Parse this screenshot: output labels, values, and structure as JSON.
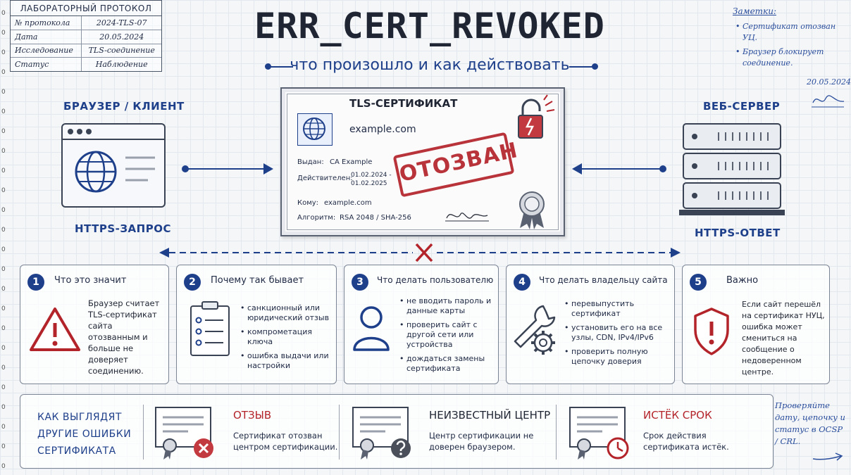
{
  "margin_numbers": [
    "0",
    "0",
    "0",
    "0",
    "0",
    "0",
    "0",
    "0",
    "0",
    "0",
    "0",
    "0",
    "0",
    "0",
    "0",
    "0",
    "0",
    "0",
    "0",
    "0",
    "0",
    "0",
    "0",
    "0"
  ],
  "protocol": {
    "title": "ЛАБОРАТОРНЫЙ ПРОТОКОЛ",
    "rows": [
      {
        "label": "№ протокола",
        "value": "2024-TLS-07"
      },
      {
        "label": "Дата",
        "value": "20.05.2024"
      },
      {
        "label": "Исследование",
        "value": "TLS-соединение"
      },
      {
        "label": "Статус",
        "value": "Наблюдение"
      }
    ]
  },
  "title": "ERR_CERT_REVOKED",
  "subtitle": "что произошло и как действовать",
  "notes": {
    "title": "Заметки:",
    "items": [
      "Сертификат отозван УЦ.",
      "Браузер блокирует соединение."
    ],
    "date": "20.05.2024"
  },
  "client": {
    "label": "БРАУЗЕР / КЛИЕНТ",
    "caption": "HTTPS-ЗАПРОС"
  },
  "server": {
    "label": "ВЕБ-СЕРВЕР",
    "caption": "HTTPS-ОТВЕТ"
  },
  "certificate": {
    "title": "TLS-СЕРТИФИКАТ",
    "domain": "example.com",
    "issued_label": "Выдан:",
    "issued_value": "CA Example",
    "valid_label": "Действителен:",
    "valid_from": "01.02.2024 -",
    "valid_to": "01.02.2025",
    "to_label": "Кому:",
    "to_value": "example.com",
    "algo_label": "Алгоритм:",
    "algo_value": "RSA 2048 / SHA-256",
    "stamp": "ОТОЗВАН"
  },
  "boxes": [
    {
      "num": "1",
      "title": "Что это значит",
      "text": "Браузер считает TLS-сертификат сайта отозванным и больше не доверяет соединению."
    },
    {
      "num": "2",
      "title": "Почему так бывает",
      "items": [
        "санкционный или юридический отзыв",
        "компрометация ключа",
        "ошибка выдачи или настройки"
      ]
    },
    {
      "num": "3",
      "title": "Что делать пользователю",
      "items": [
        "не вводить пароль и данные карты",
        "проверить сайт с другой сети или устройства",
        "дождаться замены сертификата"
      ]
    },
    {
      "num": "4",
      "title": "Что делать владельцу сайта",
      "items": [
        "перевыпустить сертификат",
        "установить его на все узлы, CDN, IPv4/IPv6",
        "проверить полную цепочку доверия"
      ]
    },
    {
      "num": "5",
      "title": "Важно",
      "text": "Если сайт перешёл на сертификат НУЦ, ошибка может смениться на сообщение о недоверенном центре."
    }
  ],
  "bottom": {
    "heading": [
      "КАК ВЫГЛЯДЯТ",
      "ДРУГИЕ ОШИБКИ",
      "СЕРТИФИКАТА"
    ],
    "items": [
      {
        "title": "ОТЗЫВ",
        "text": "Сертификат отозван центром сертификации."
      },
      {
        "title": "НЕИЗВЕСТНЫЙ ЦЕНТР",
        "text": "Центр сертификации не доверен браузером."
      },
      {
        "title": "ИСТЁК СРОК",
        "text": "Срок действия сертификата истёк."
      }
    ]
  },
  "handnote": "Проверяйте дату, цепочку и статус в OCSP / CRL.",
  "colors": {
    "accent": "#1e3f8a",
    "danger": "#b3242a"
  }
}
